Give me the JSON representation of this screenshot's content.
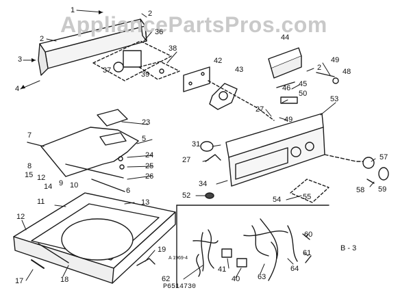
{
  "watermark": "AppliancePartsPros.com",
  "diagram_code": "P6514730",
  "section_label": "B - 3",
  "stamp_text": "A 1969-4",
  "callouts": [
    "1",
    "2",
    "2",
    "3",
    "4",
    "36",
    "38",
    "37",
    "39",
    "42",
    "43",
    "44",
    "2",
    "49",
    "48",
    "45",
    "46",
    "50",
    "27",
    "49",
    "53",
    "23",
    "5",
    "24",
    "25",
    "26",
    "6",
    "7",
    "8",
    "15",
    "12",
    "14",
    "9",
    "10",
    "31",
    "27",
    "34",
    "57",
    "58",
    "59",
    "52",
    "54",
    "55",
    "11",
    "13",
    "12",
    "19",
    "17",
    "18",
    "62",
    "41",
    "40",
    "63",
    "64",
    "60",
    "61"
  ]
}
